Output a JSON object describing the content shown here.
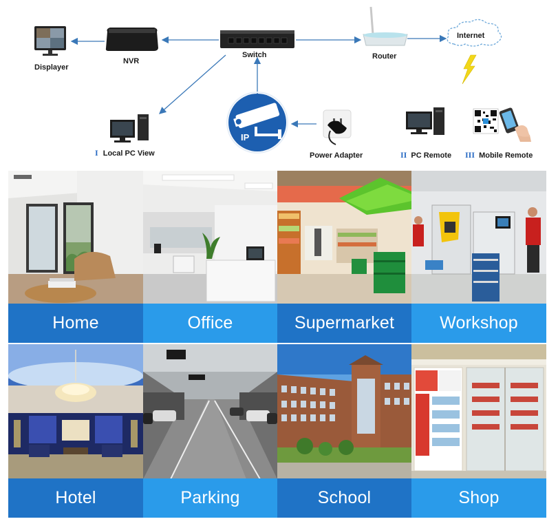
{
  "topology": {
    "displayer_label": "Displayer",
    "nvr_label": "NVR",
    "switch_label": "Switch",
    "router_label": "Router",
    "internet_label": "Internet",
    "camera_text": "IP",
    "power_adapter_label": "Power Adapter",
    "local_pc": {
      "numeral": "I",
      "label": "Local PC View"
    },
    "pc_remote": {
      "numeral": "II",
      "label": "PC Remote"
    },
    "mobile_remote": {
      "numeral": "III",
      "label": "Mobile Remote"
    }
  },
  "scenes": [
    {
      "label": "Home"
    },
    {
      "label": "Office"
    },
    {
      "label": "Supermarket"
    },
    {
      "label": "Workshop"
    },
    {
      "label": "Hotel"
    },
    {
      "label": "Parking"
    },
    {
      "label": "School"
    },
    {
      "label": "Shop"
    }
  ],
  "colors": {
    "banner_dark": "#1f73c6",
    "banner_light": "#2a9bea",
    "arrow": "#3a78b8",
    "camera_blue": "#1d5fb0"
  }
}
